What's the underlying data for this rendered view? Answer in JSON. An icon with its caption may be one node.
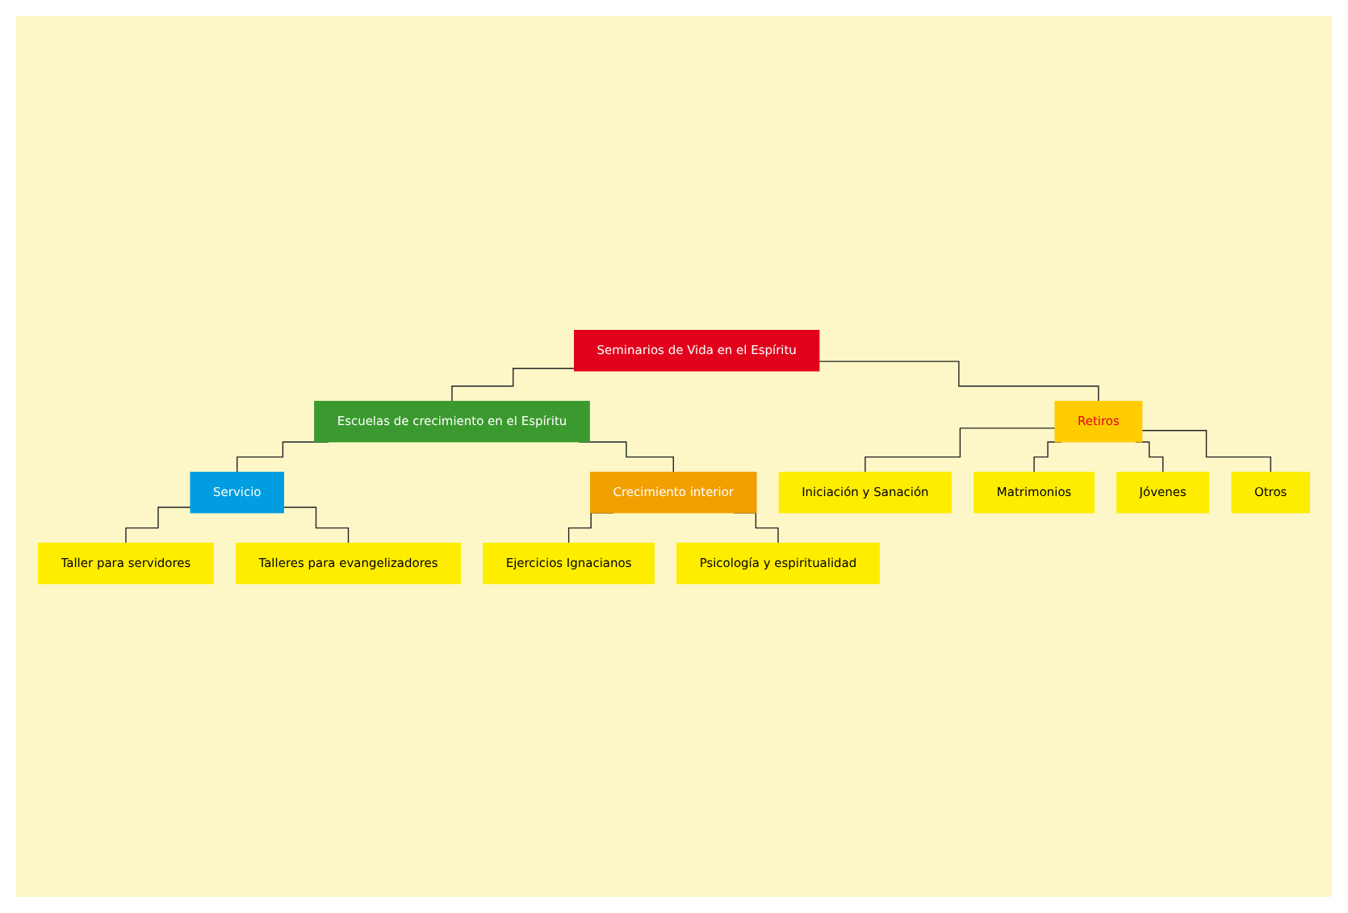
{
  "diagram": {
    "nodes": [
      {
        "text": [
          "Seminarios de Vida en el Espíritu"
        ]
      },
      {
        "text": [
          "Escuelas de crecimiento en el Espíritu"
        ]
      },
      {
        "text": [
          "Retiros"
        ]
      },
      {
        "text": [
          "Servicio"
        ]
      },
      {
        "text": [
          "Crecimiento interior"
        ]
      },
      {
        "text": [
          "Taller para servidores"
        ]
      },
      {
        "text": [
          "Talleres para evangelizadores"
        ]
      },
      {
        "text": [
          "Ejercicios Ignacianos"
        ]
      },
      {
        "text": [
          "Psicología y espiritualidad"
        ]
      },
      {
        "text": [
          "Iniciación y Sanación"
        ]
      },
      {
        "text": [
          "Matrimonios"
        ]
      },
      {
        "text": [
          "Jóvenes"
        ]
      },
      {
        "text": [
          "Otros"
        ]
      }
    ],
    "edges": [
      {
        "from": 0,
        "to": 1,
        "arrow": "none"
      },
      {
        "from": 0,
        "to": 2,
        "arrow": "none"
      },
      {
        "from": 1,
        "to": 3,
        "arrow": "none"
      },
      {
        "from": 1,
        "to": 4,
        "arrow": "none"
      },
      {
        "from": 3,
        "to": 5,
        "arrow": "none"
      },
      {
        "from": 3,
        "to": 6,
        "arrow": "none"
      },
      {
        "from": 4,
        "to": 7,
        "arrow": "none"
      },
      {
        "from": 4,
        "to": 8,
        "arrow": "none"
      },
      {
        "from": 2,
        "to": 9,
        "arrow": "none"
      },
      {
        "from": 2,
        "to": 10,
        "arrow": "none"
      },
      {
        "from": 2,
        "to": 11,
        "arrow": "none"
      },
      {
        "from": 2,
        "to": 12,
        "arrow": "none"
      }
    ]
  }
}
